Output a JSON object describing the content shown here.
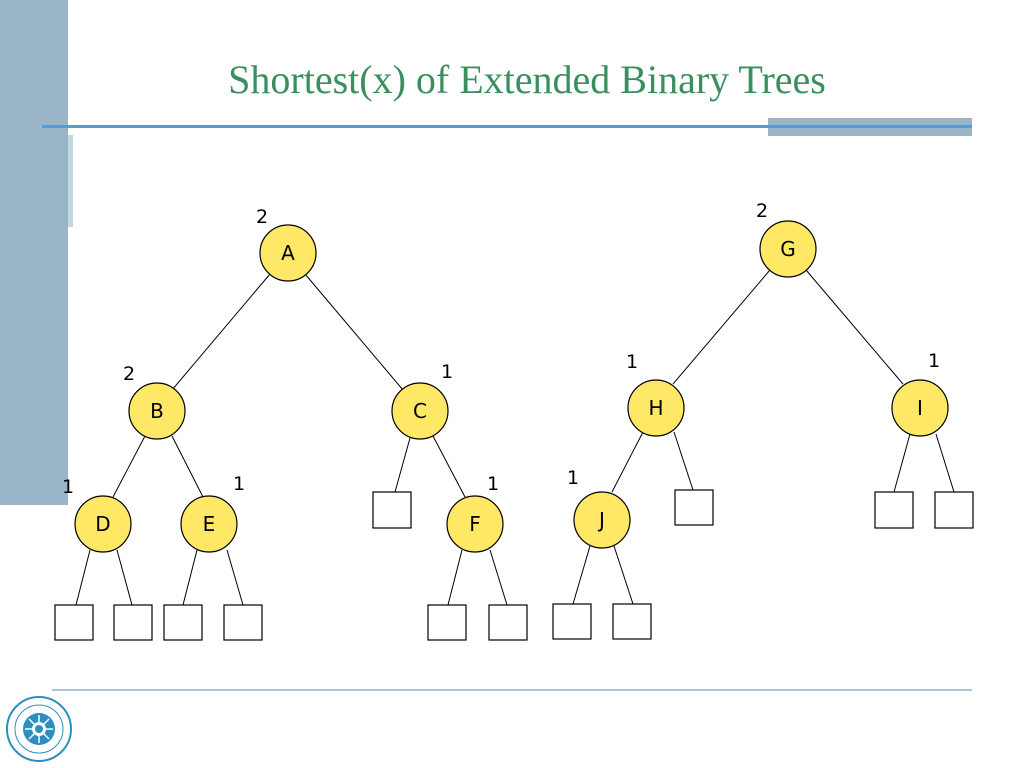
{
  "slide": {
    "title": "Shortest(x) of Extended Binary Trees"
  },
  "trees": [
    {
      "nodes": [
        {
          "id": "A",
          "label": "A",
          "shortest": "2"
        },
        {
          "id": "B",
          "label": "B",
          "shortest": "2"
        },
        {
          "id": "C",
          "label": "C",
          "shortest": "1"
        },
        {
          "id": "D",
          "label": "D",
          "shortest": "1"
        },
        {
          "id": "E",
          "label": "E",
          "shortest": "1"
        },
        {
          "id": "F",
          "label": "F",
          "shortest": "1"
        }
      ]
    },
    {
      "nodes": [
        {
          "id": "G",
          "label": "G",
          "shortest": "2"
        },
        {
          "id": "H",
          "label": "H",
          "shortest": "1"
        },
        {
          "id": "I",
          "label": "I",
          "shortest": "1"
        },
        {
          "id": "J",
          "label": "J",
          "shortest": "1"
        }
      ]
    }
  ],
  "colors": {
    "title": "#3a8f5e",
    "node_fill": "#ffe866",
    "accent_line": "#4aa2d2",
    "side_band": "#9ab5c8"
  },
  "logo": {
    "icon": "university-seal-icon"
  }
}
